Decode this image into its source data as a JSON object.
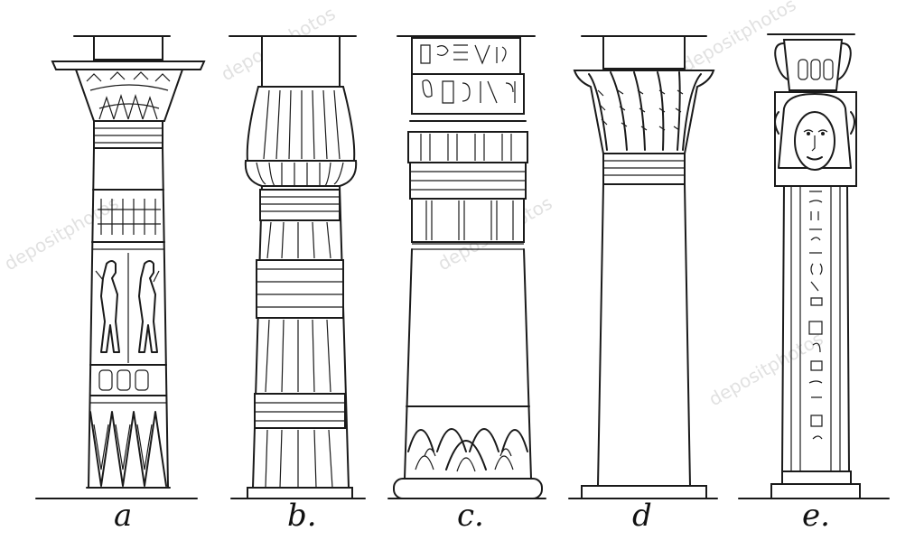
{
  "figure": {
    "columns": [
      {
        "id": "a",
        "label": "a"
      },
      {
        "id": "b",
        "label": "b."
      },
      {
        "id": "c",
        "label": "c."
      },
      {
        "id": "d",
        "label": "d"
      },
      {
        "id": "e",
        "label": "e."
      }
    ],
    "watermark": "depositphotos"
  }
}
